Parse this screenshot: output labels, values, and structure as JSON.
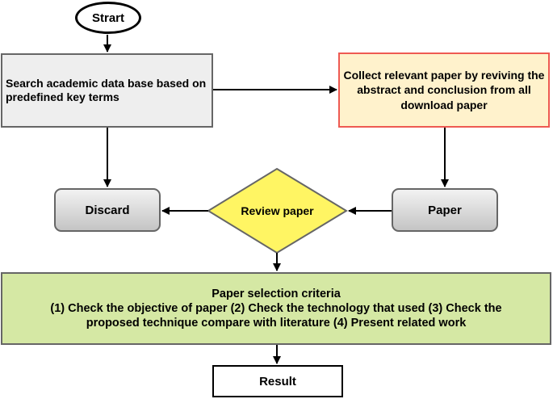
{
  "flowchart": {
    "start": "Strart",
    "search": "Search academic data base based on predefined key terms",
    "collect": "Collect relevant paper by reviving the abstract and conclusion from all download paper",
    "discard": "Discard",
    "review": "Review paper",
    "paper": "Paper",
    "criteria_title": "Paper selection  criteria",
    "criteria_line1": "(1)  Check the objective of paper (2) Check the technology that used (3) Check the",
    "criteria_line2": "proposed technique compare with literature (4) Present related work",
    "result": "Result"
  },
  "colors": {
    "search_fill": "#eeeeee",
    "collect_fill": "#fff2cc",
    "collect_border": "#ee5a52",
    "review_fill": "#fff563",
    "criteria_fill": "#d5e8a4",
    "grey_box_fill": "#d9d9d9"
  }
}
